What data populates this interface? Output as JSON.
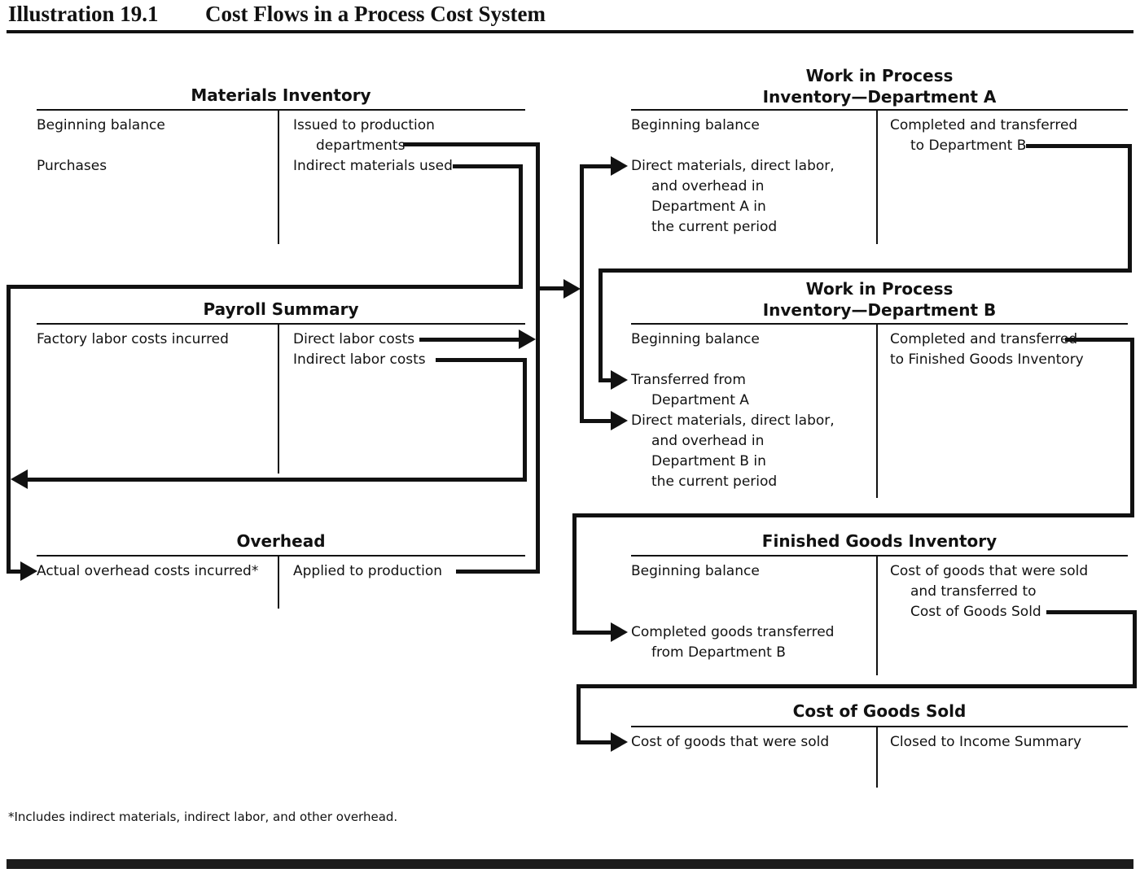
{
  "page": {
    "header_label": "Illustration 19.1",
    "header_title": "Cost Flows in a Process Cost System",
    "footnote": "*Includes indirect materials, indirect labor, and other overhead."
  },
  "colors": {
    "ink": "#111111",
    "background": "#ffffff"
  },
  "accounts": {
    "materials_inventory": {
      "title": "Materials Inventory",
      "left": [
        "Beginning balance",
        "Purchases"
      ],
      "right": [
        "Issued to production",
        "departments",
        "Indirect materials used"
      ]
    },
    "payroll_summary": {
      "title": "Payroll Summary",
      "left": [
        "Factory labor costs incurred"
      ],
      "right": [
        "Direct labor costs",
        "Indirect labor costs"
      ]
    },
    "overhead": {
      "title": "Overhead",
      "left": [
        "Actual overhead costs incurred*"
      ],
      "right": [
        "Applied to production"
      ]
    },
    "wip_a": {
      "title_line1": "Work in Process",
      "title_line2": "Inventory—Department A",
      "left": [
        "Beginning balance",
        "Direct materials, direct labor,",
        "and overhead in",
        "Department A in",
        "the current period"
      ],
      "right": [
        "Completed and transferred",
        "to Department B"
      ]
    },
    "wip_b": {
      "title_line1": "Work in Process",
      "title_line2": "Inventory—Department B",
      "left": [
        "Beginning balance",
        "Transferred from",
        "Department A",
        "Direct materials, direct labor,",
        "and overhead in",
        "Department B in",
        "the current period"
      ],
      "right": [
        "Completed and transferred",
        "to Finished Goods Inventory"
      ]
    },
    "finished_goods": {
      "title": "Finished Goods Inventory",
      "left": [
        "Beginning balance",
        "Completed goods transferred",
        "from Department B"
      ],
      "right": [
        "Cost of goods that were sold",
        "and transferred to",
        "Cost of Goods Sold"
      ]
    },
    "cogs": {
      "title": "Cost of Goods Sold",
      "left": [
        "Cost of goods that were sold"
      ],
      "right": [
        "Closed to Income Summary"
      ]
    }
  }
}
